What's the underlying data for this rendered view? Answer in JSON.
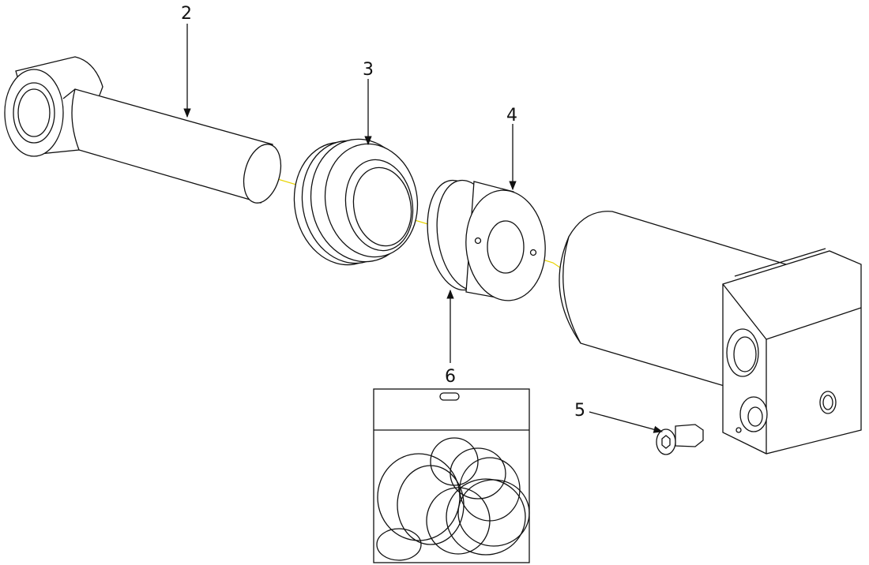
{
  "diagram": {
    "type": "exploded-parts-view",
    "callouts": [
      {
        "id": "2",
        "label": "2"
      },
      {
        "id": "3",
        "label": "3"
      },
      {
        "id": "4",
        "label": "4"
      },
      {
        "id": "5",
        "label": "5"
      },
      {
        "id": "6",
        "label": "6"
      }
    ],
    "colors": {
      "line": "#111111",
      "centerline": "#e8d400",
      "background": "#ffffff"
    }
  }
}
